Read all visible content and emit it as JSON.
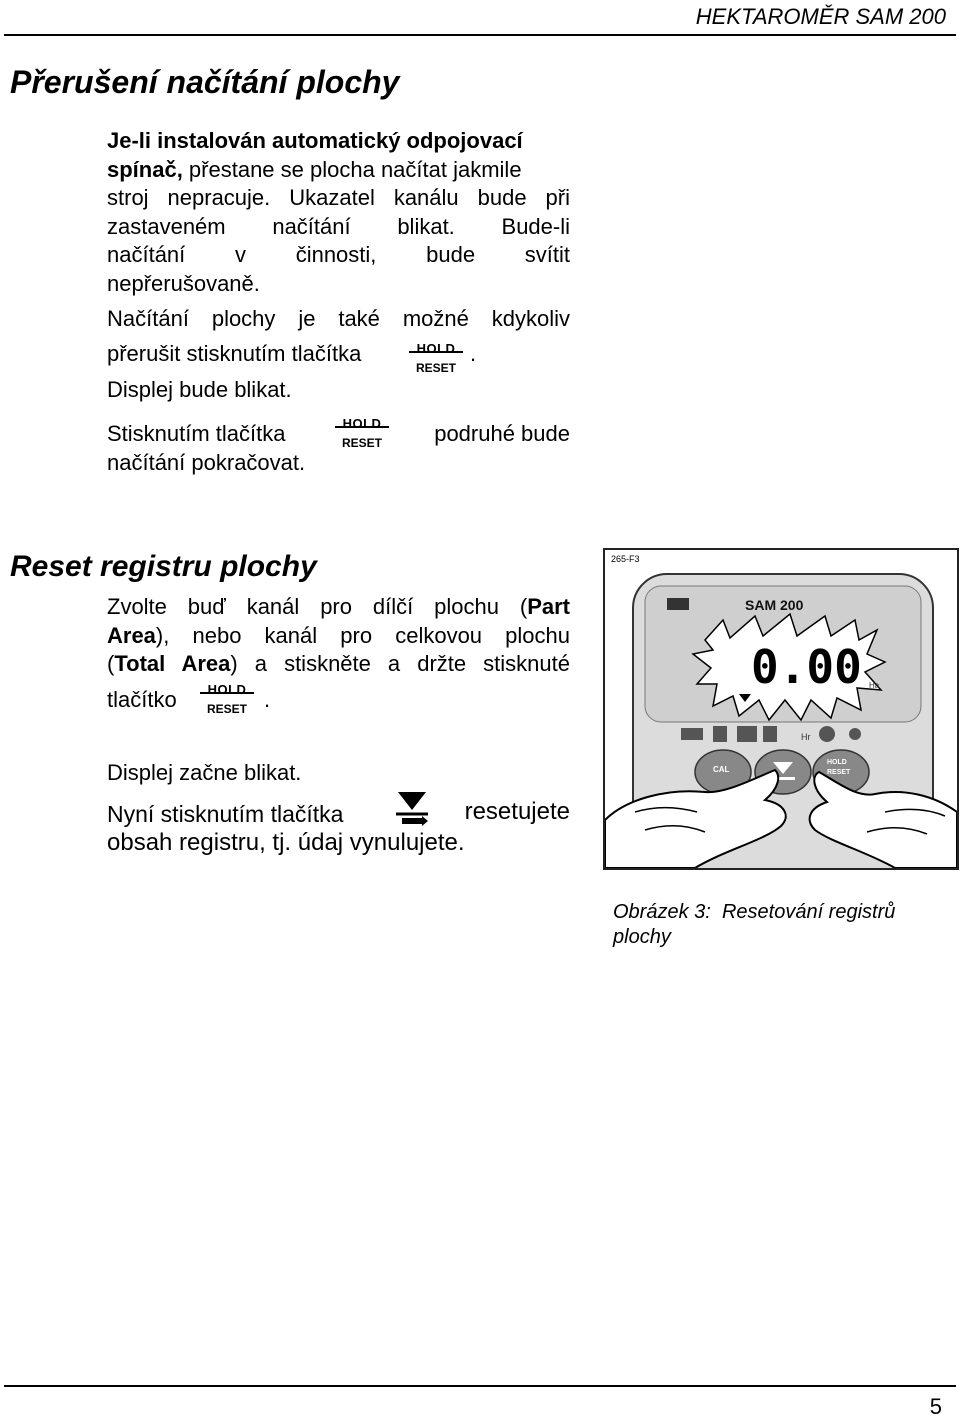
{
  "header": {
    "title": "HEKTAROMĚR SAM 200"
  },
  "section1": {
    "heading": "Přerušení načítání plochy",
    "p1_bold_1": "Je-li instalován automatický odpojovací",
    "p1_bold_2": "spínač,",
    "p1_l2_rest": " přestane se plocha načítat jakmile",
    "p1_l3": "stroj nepracuje. Ukazatel kanálu bude při",
    "p1_l4": "zastaveném načítání blikat. Bude-li",
    "p1_l5": "načítání v činnosti, bude svítit",
    "p1_l6": "nepřerušovaně.",
    "p2_l1": "Načítání plochy je také možné kdykoliv",
    "p2_l2": "přerušit stisknutím tlačítka",
    "p2_l2_end": ".",
    "p2_l3": "Displej bude blikat.",
    "p3_l1_a": "Stisknutím tlačítka",
    "p3_l1_b": "podruhé bude",
    "p3_l2": "načítání pokračovat."
  },
  "section2": {
    "heading": "Reset registru plochy",
    "l1": "Zvolte buď kanál pro dílčí plochu (",
    "l1_bold": "Part",
    "l2_bold": "Area",
    "l2_rest": "), nebo kanál pro celkovou plochu",
    "l3_open": "(",
    "l3_bold": "Total Area",
    "l3_rest": ") a stiskněte a držte stisknuté",
    "l4": "tlačítko",
    "l4_end": ".",
    "l5": "Displej začne blikat.",
    "l6_a": "Nyní stisknutím tlačítka",
    "l6_b": "resetujete",
    "l7": "obsah registru, tj. údaj vynulujete."
  },
  "button": {
    "hold": "HOLD",
    "reset": "RESET"
  },
  "figure": {
    "code": "265-F3",
    "device": "SAM 200",
    "display": "0.00",
    "unit": "Ha",
    "hr": "Hr",
    "cal": "CAL",
    "hold": "HOLD",
    "reset": "RESET"
  },
  "caption": {
    "label": "Obrázek 3:",
    "text": "Resetování registrů plochy"
  },
  "footer": {
    "page": "5"
  }
}
